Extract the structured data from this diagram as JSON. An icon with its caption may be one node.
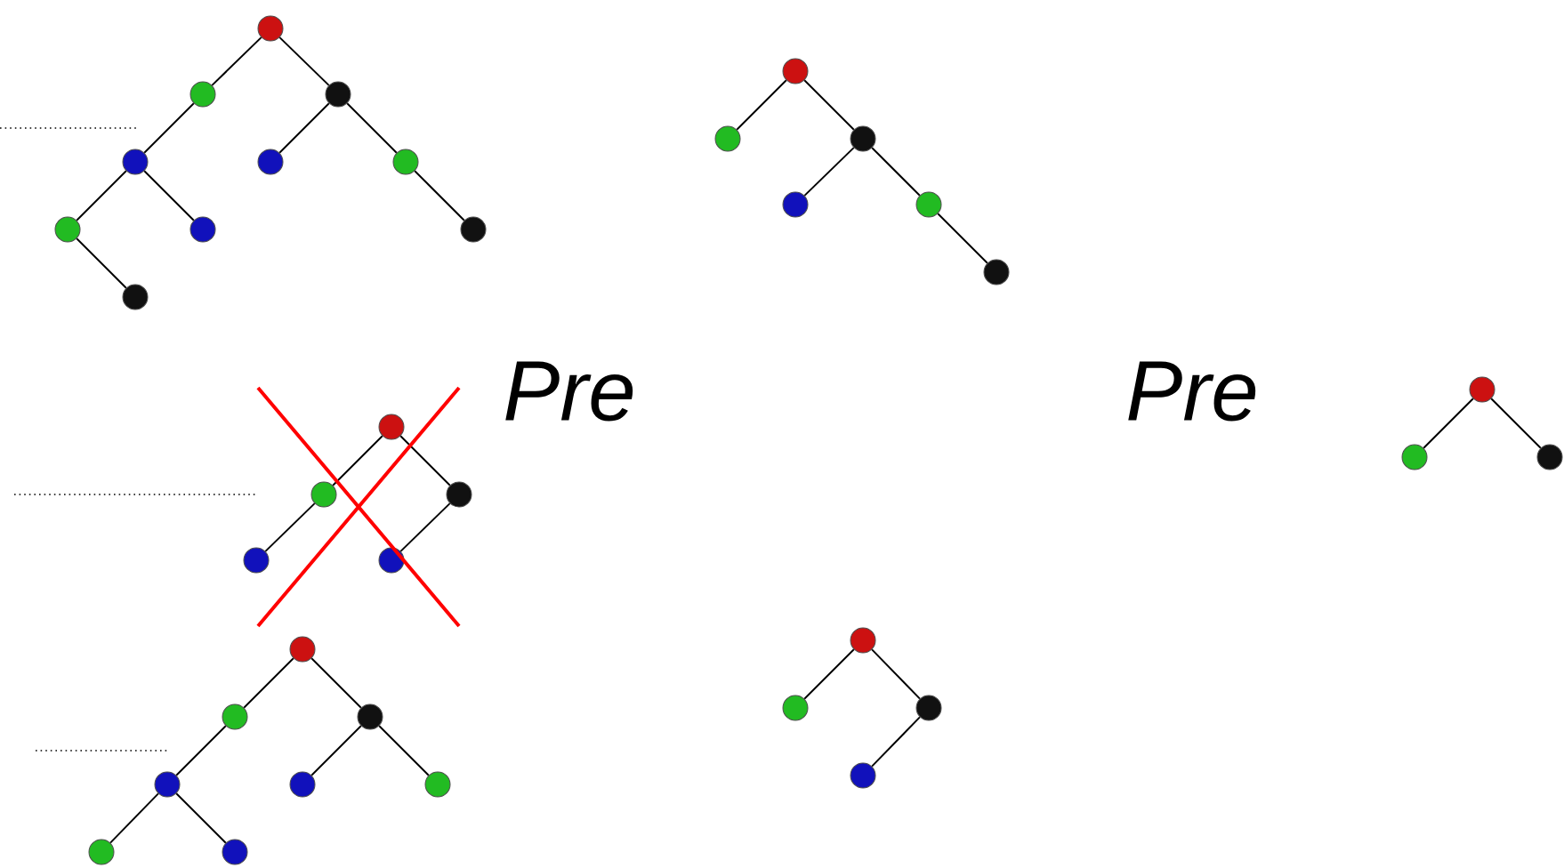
{
  "diagram": {
    "nodes": [
      {
        "text": [],
        "shape": "circle"
      },
      {
        "text": [],
        "shape": "circle"
      },
      {
        "text": [],
        "shape": "circle"
      },
      {
        "text": [],
        "shape": "circle"
      },
      {
        "text": [],
        "shape": "circle"
      },
      {
        "text": [],
        "shape": "circle"
      },
      {
        "text": [],
        "shape": "circle"
      },
      {
        "text": [],
        "shape": "circle"
      },
      {
        "text": [],
        "shape": "circle"
      },
      {
        "text": [],
        "shape": "circle"
      },
      {
        "text": [],
        "shape": "circle"
      },
      {
        "text": [],
        "shape": "circle"
      },
      {
        "text": [],
        "shape": "circle"
      },
      {
        "text": [],
        "shape": "circle"
      },
      {
        "text": [],
        "shape": "circle"
      },
      {
        "text": [],
        "shape": "circle"
      },
      {
        "text": [],
        "shape": "circle"
      },
      {
        "text": [],
        "shape": "circle"
      },
      {
        "text": [],
        "shape": "circle"
      },
      {
        "text": [],
        "shape": "circle"
      },
      {
        "text": [],
        "shape": "circle"
      },
      {
        "text": [],
        "shape": "circle"
      },
      {
        "text": [],
        "shape": "circle"
      },
      {
        "text": [],
        "shape": "circle"
      },
      {
        "text": [],
        "shape": "circle"
      },
      {
        "text": [],
        "shape": "circle"
      },
      {
        "text": [],
        "shape": "circle"
      },
      {
        "text": [],
        "shape": "circle"
      },
      {
        "text": [],
        "shape": "circle"
      },
      {
        "text": [],
        "shape": "circle"
      },
      {
        "text": [],
        "shape": "circle"
      },
      {
        "text": [],
        "shape": "circle"
      },
      {
        "text": [],
        "shape": "circle"
      },
      {
        "text": [],
        "shape": "circle"
      },
      {
        "text": [],
        "shape": "circle"
      },
      {
        "text": [],
        "shape": "circle"
      }
    ],
    "edges": [
      {
        "from": 0,
        "to": 1,
        "arrow": "none"
      },
      {
        "from": 0,
        "to": 2,
        "arrow": "none"
      },
      {
        "from": 1,
        "to": 3,
        "arrow": "none"
      },
      {
        "from": 2,
        "to": 4,
        "arrow": "none"
      },
      {
        "from": 2,
        "to": 5,
        "arrow": "none"
      },
      {
        "from": 3,
        "to": 6,
        "arrow": "none"
      },
      {
        "from": 3,
        "to": 7,
        "arrow": "none"
      },
      {
        "from": 5,
        "to": 8,
        "arrow": "none"
      },
      {
        "from": 6,
        "to": 9,
        "arrow": "none"
      },
      {
        "from": 10,
        "to": 11,
        "arrow": "none"
      },
      {
        "from": 10,
        "to": 12,
        "arrow": "none"
      },
      {
        "from": 12,
        "to": 13,
        "arrow": "none"
      },
      {
        "from": 12,
        "to": 14,
        "arrow": "none"
      },
      {
        "from": 14,
        "to": 15,
        "arrow": "none"
      },
      {
        "from": 16,
        "to": 17,
        "arrow": "none"
      },
      {
        "from": 16,
        "to": 18,
        "arrow": "none"
      },
      {
        "from": 17,
        "to": 19,
        "arrow": "none"
      },
      {
        "from": 18,
        "to": 20,
        "arrow": "none"
      },
      {
        "from": 21,
        "to": 22,
        "arrow": "none"
      },
      {
        "from": 21,
        "to": 23,
        "arrow": "none"
      },
      {
        "from": 22,
        "to": 24,
        "arrow": "none"
      },
      {
        "from": 23,
        "to": 25,
        "arrow": "none"
      },
      {
        "from": 23,
        "to": 26,
        "arrow": "none"
      },
      {
        "from": 24,
        "to": 27,
        "arrow": "none"
      },
      {
        "from": 24,
        "to": 28,
        "arrow": "none"
      },
      {
        "from": 29,
        "to": 30,
        "arrow": "none"
      },
      {
        "from": 29,
        "to": 31,
        "arrow": "none"
      },
      {
        "from": 31,
        "to": 32,
        "arrow": "none"
      },
      {
        "from": 33,
        "to": 34,
        "arrow": "none"
      },
      {
        "from": 33,
        "to": 35,
        "arrow": "none"
      }
    ],
    "labels": [
      "Pre",
      "Pre"
    ]
  }
}
